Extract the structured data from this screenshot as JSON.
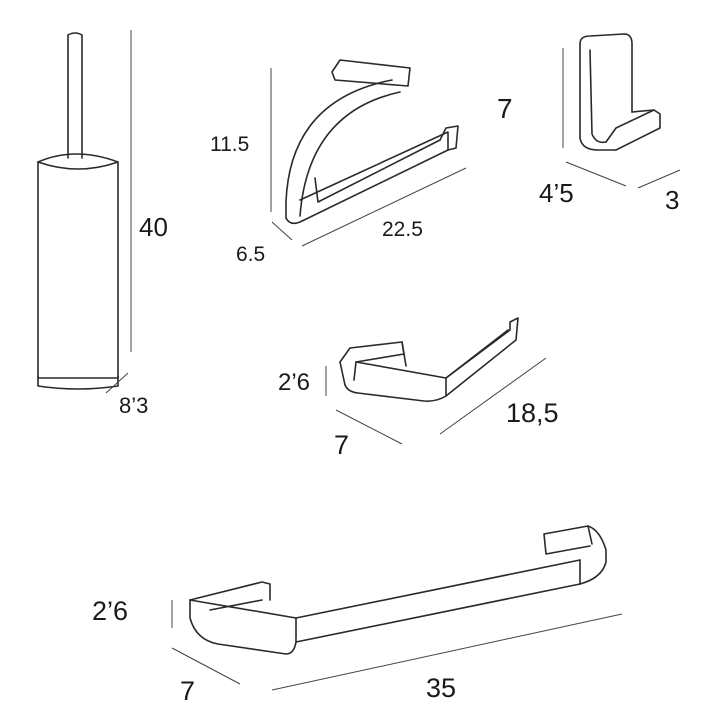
{
  "products": {
    "toilet_brush": {
      "height": "40",
      "diameter": "8’3"
    },
    "towel_ring": {
      "height": "11.5",
      "depth": "6.5",
      "width": "22.5"
    },
    "robe_hook": {
      "height": "7",
      "depth": "4’5",
      "width": "3"
    },
    "paper_holder": {
      "height": "2’6",
      "depth": "7",
      "width": "18,5"
    },
    "towel_bar": {
      "height": "2’6",
      "depth": "7",
      "width": "35"
    }
  }
}
